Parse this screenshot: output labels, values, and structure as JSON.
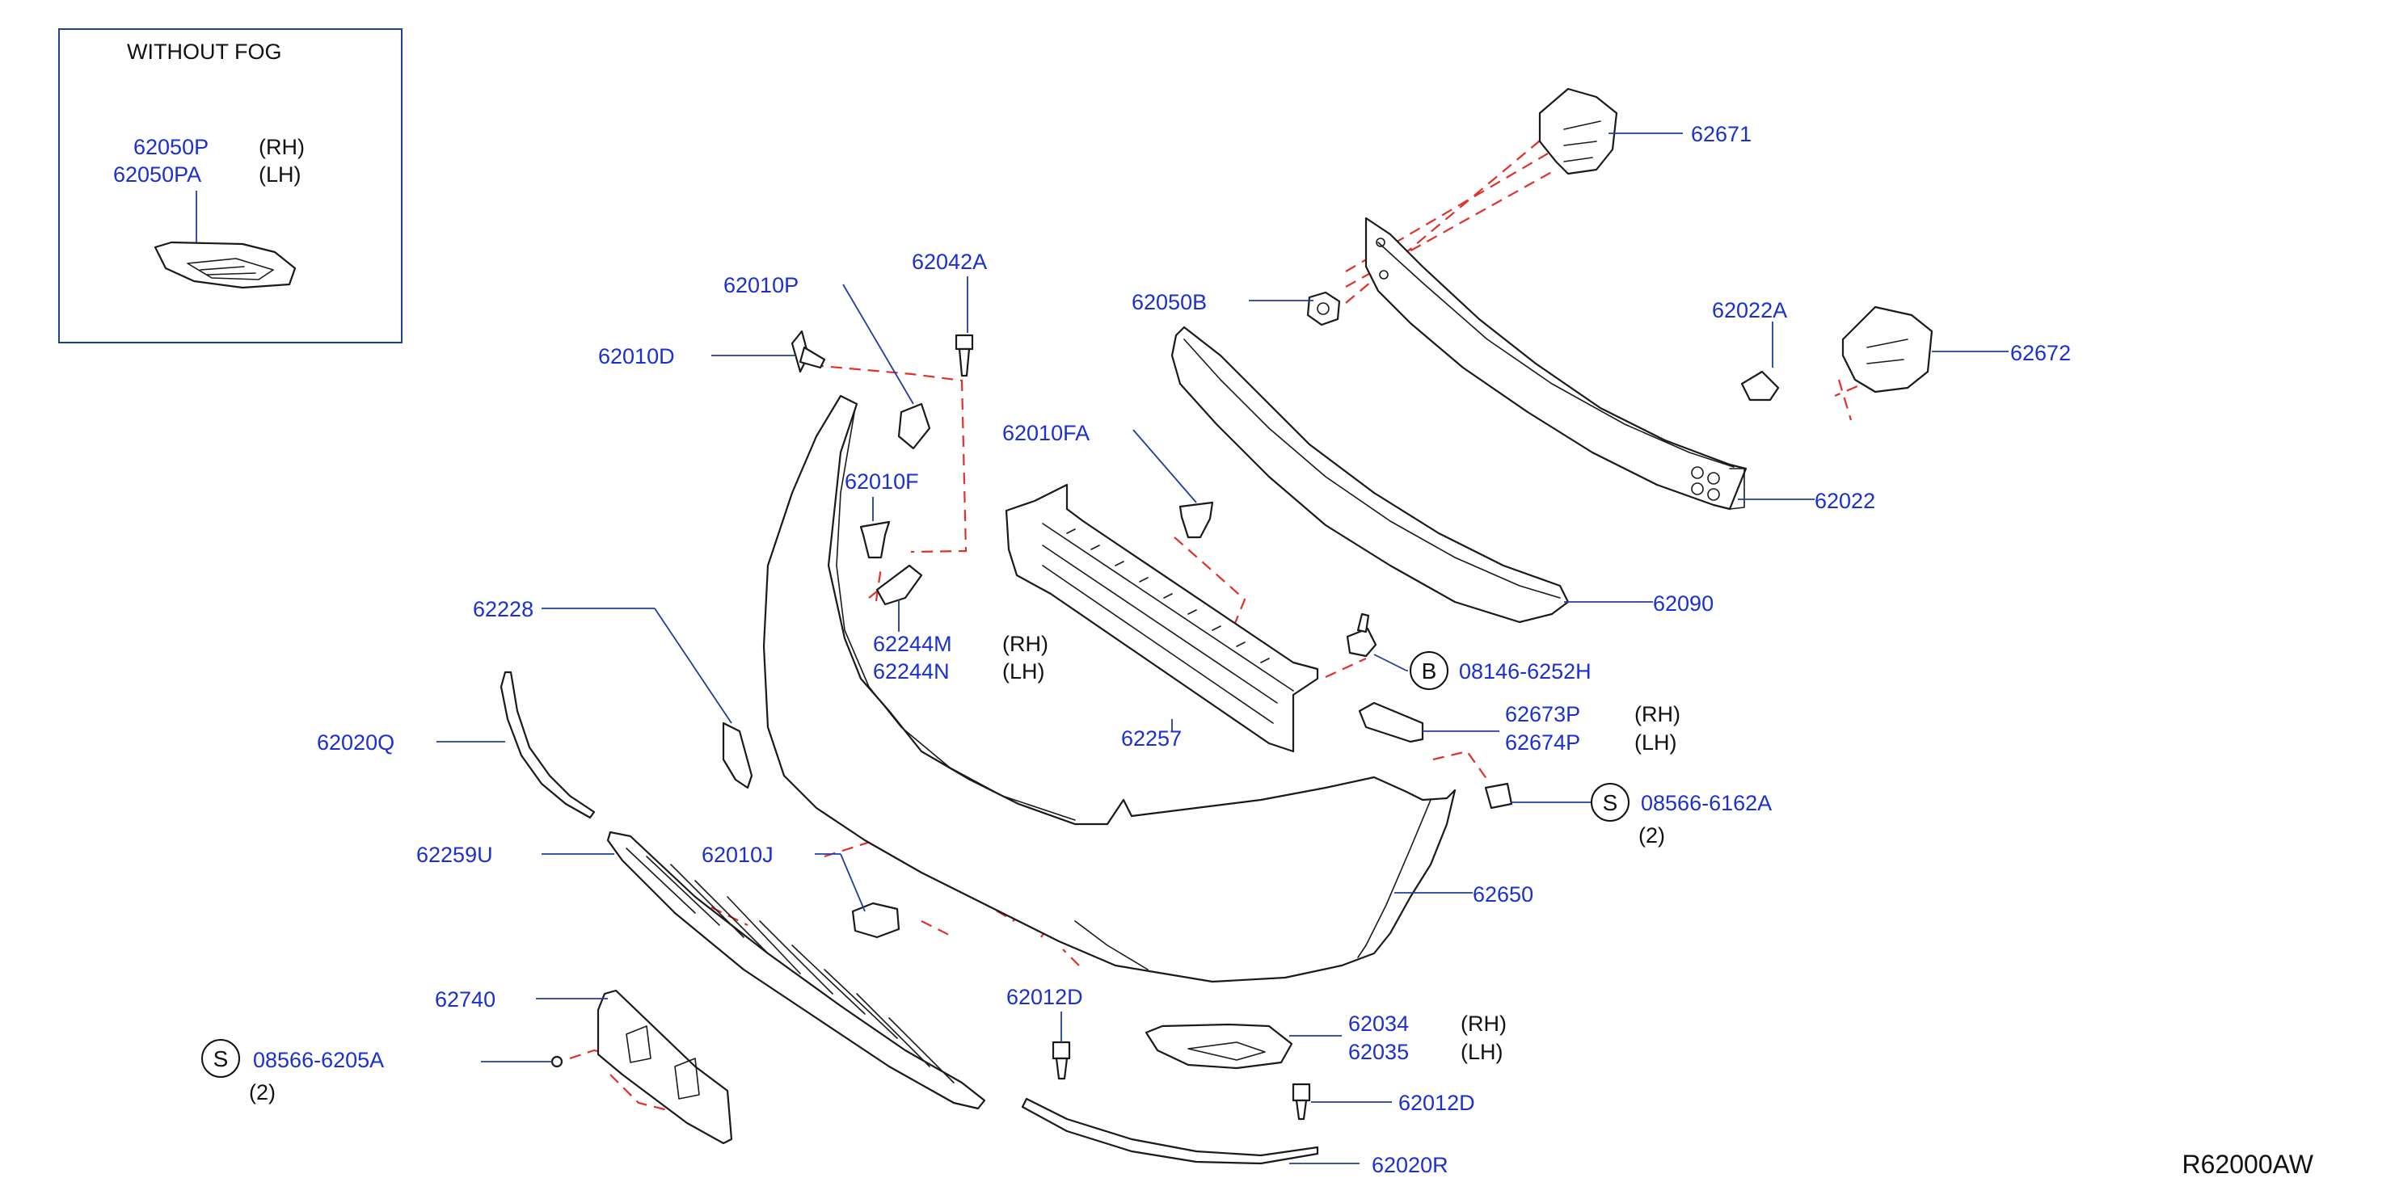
{
  "inset": {
    "title": "WITHOUT   FOG"
  },
  "labels": {
    "p62050P": "62050P",
    "p62050PA": "62050PA",
    "p62010P": "62010P",
    "p62042A": "62042A",
    "p62010D": "62010D",
    "p62010F": "62010F",
    "p62010FA": "62010FA",
    "p62050B": "62050B",
    "p62671": "62671",
    "p62022A": "62022A",
    "p62672": "62672",
    "p62022": "62022",
    "p62090": "62090",
    "p62244M": "62244M",
    "p62244N": "62244N",
    "p62228": "62228",
    "p08146": "08146-6252H",
    "p62257": "62257",
    "p62673P": "62673P",
    "p62674P": "62674P",
    "p62020Q": "62020Q",
    "p08566_6162A": "08566-6162A",
    "p62259U": "62259U",
    "p62010J": "62010J",
    "p62650": "62650",
    "p62740": "62740",
    "p62012D_a": "62012D",
    "p62034": "62034",
    "p62035": "62035",
    "p08566_6205A": "08566-6205A",
    "p62012D_b": "62012D",
    "p62020R": "62020R"
  },
  "sides": {
    "rh": "(RH)",
    "lh": "(LH)"
  },
  "qty": {
    "two": "(2)"
  },
  "symbols": {
    "b": "B",
    "s": "S"
  },
  "reference": "R62000AW",
  "colors": {
    "part_number": "#1a2fd4",
    "leader": "#1f3f9a",
    "hidden_line": "#e0302a",
    "drawing": "#1a1a1a"
  }
}
